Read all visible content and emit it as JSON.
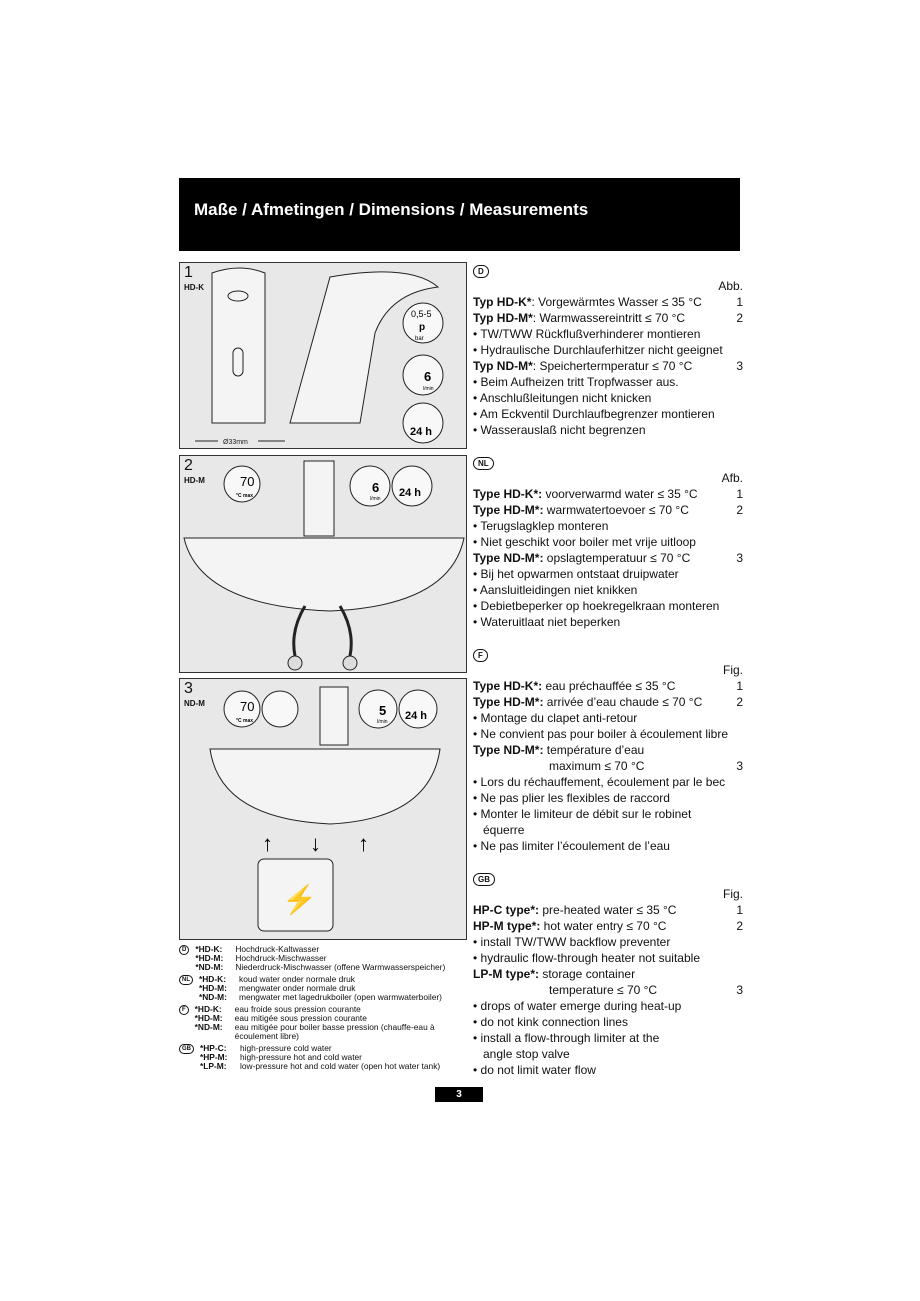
{
  "header": {
    "title": "Maße / Afmetingen / Dimensions / Measurements"
  },
  "figures": [
    {
      "number": "1",
      "code": "HD-K",
      "labels": [
        "0,5-5",
        "p",
        "bar",
        "6",
        "l/min",
        "24 h",
        "Ø33mm"
      ]
    },
    {
      "number": "2",
      "code": "HD-M",
      "labels": [
        "70",
        "°C max",
        "6",
        "l/min",
        "24 h"
      ]
    },
    {
      "number": "3",
      "code": "ND-M",
      "labels": [
        "70",
        "°C max",
        "5",
        "l/min",
        "24 h"
      ]
    }
  ],
  "sections": [
    {
      "lang": "D",
      "ref": "Abb.",
      "lines": [
        {
          "bold": "Typ HD-K*",
          "text": ": Vorgewärmtes Wasser ≤ 35 °C",
          "num": "1"
        },
        {
          "bold": "Typ HD-M*",
          "text": ": Warmwassereintritt ≤ 70 °C",
          "num": "2"
        },
        {
          "text": "• TW/TWW Rückflußverhinderer montieren"
        },
        {
          "text": "• Hydraulische Durchlauferhitzer nicht geeignet"
        },
        {
          "bold": "Typ ND-M*",
          "text": ": Speichertermperatur ≤ 70 °C",
          "num": "3"
        },
        {
          "text": "• Beim Aufheizen tritt Tropfwasser aus."
        },
        {
          "text": "• Anschlußleitungen nicht knicken"
        },
        {
          "text": "• Am Eckventil Durchlaufbegrenzer montieren"
        },
        {
          "text": "• Wasserauslaß nicht begrenzen"
        }
      ]
    },
    {
      "lang": "NL",
      "ref": "Afb.",
      "lines": [
        {
          "bold": "Type HD-K*:",
          "text": " voorverwarmd water ≤ 35 °C",
          "num": "1"
        },
        {
          "bold": "Type HD-M*:",
          "text": " warmwatertoevoer ≤ 70 °C",
          "num": "2"
        },
        {
          "text": "• Terugslagklep monteren"
        },
        {
          "text": "• Niet geschikt voor boiler met vrije uitloop"
        },
        {
          "bold": "Type ND-M*:",
          "text": " opslagtemperatuur ≤ 70 °C",
          "num": "3"
        },
        {
          "text": "• Bij het opwarmen ontstaat druipwater"
        },
        {
          "text": "• Aansluitleidingen niet knikken"
        },
        {
          "text": "• Debietbeperker op hoekregelkraan monteren"
        },
        {
          "text": "• Wateruitlaat niet beperken"
        }
      ]
    },
    {
      "lang": "F",
      "ref": "Fig.",
      "lines": [
        {
          "bold": "Type HD-K*:",
          "text": " eau préchauffée ≤ 35 °C",
          "num": "1"
        },
        {
          "bold": "Type HD-M*:",
          "text": " arrivée d’eau chaude ≤ 70 °C",
          "num": "2"
        },
        {
          "text": "• Montage du clapet anti-retour"
        },
        {
          "text": "• Ne convient pas pour boiler à écoulement libre"
        },
        {
          "bold": "Type ND-M*:",
          "text": " température d’eau"
        },
        {
          "text": "maximum ≤ 70 °C",
          "num": "3",
          "center": true
        },
        {
          "text": "• Lors du réchauffement, écoulement par le bec"
        },
        {
          "text": "• Ne pas plier les flexibles de raccord"
        },
        {
          "text": "• Monter le limiteur de débit sur le robinet"
        },
        {
          "text": "équerre",
          "indent": true
        },
        {
          "text": "• Ne pas limiter l’écoulement de l’eau"
        }
      ]
    },
    {
      "lang": "GB",
      "ref": "Fig.",
      "lines": [
        {
          "bold": "HP-C type*:",
          "text": " pre-heated water ≤ 35 °C",
          "num": "1"
        },
        {
          "bold": "HP-M type*:",
          "text": " hot water entry ≤ 70 °C",
          "num": "2"
        },
        {
          "text": "• install TW/TWW backflow preventer"
        },
        {
          "text": "• hydraulic flow-through heater not suitable"
        },
        {
          "bold": "LP-M type*:",
          "text": " storage container"
        },
        {
          "text": "temperature ≤ 70 °C",
          "num": "3",
          "center": true
        },
        {
          "text": "• drops of water emerge during heat-up"
        },
        {
          "text": "• do not kink connection lines"
        },
        {
          "text": "• install a flow-through limiter at the"
        },
        {
          "text": "angle stop valve",
          "indent": true
        },
        {
          "text": "• do not limit water flow"
        }
      ]
    }
  ],
  "notes": [
    {
      "lang": "D",
      "items": [
        [
          "*HD-K:",
          "Hochdruck-Kaltwasser"
        ],
        [
          "*HD-M:",
          "Hochdruck-Mischwasser"
        ],
        [
          "*ND-M:",
          "Niederdruck-Mischwasser (offene Warmwasserspeicher)"
        ]
      ]
    },
    {
      "lang": "NL",
      "items": [
        [
          "*HD-K:",
          "koud water onder normale druk"
        ],
        [
          "*HD-M:",
          "mengwater onder normale druk"
        ],
        [
          "*ND-M:",
          "mengwater met lagedrukboiler (open warmwaterboiler)"
        ]
      ]
    },
    {
      "lang": "F",
      "items": [
        [
          "*HD-K:",
          "eau froide sous pression courante"
        ],
        [
          "*HD-M:",
          "eau mitigée sous pression courante"
        ],
        [
          "*ND-M:",
          "eau mitigée pour boiler basse pression (chauffe-eau à écoulement libre)"
        ]
      ]
    },
    {
      "lang": "GB",
      "items": [
        [
          "*HP-C:",
          "high-pressure cold water"
        ],
        [
          "*HP-M:",
          "high-pressure hot and cold water"
        ],
        [
          "*LP-M:",
          "low-pressure hot and cold water (open hot water tank)"
        ]
      ]
    }
  ],
  "page_number": "3"
}
